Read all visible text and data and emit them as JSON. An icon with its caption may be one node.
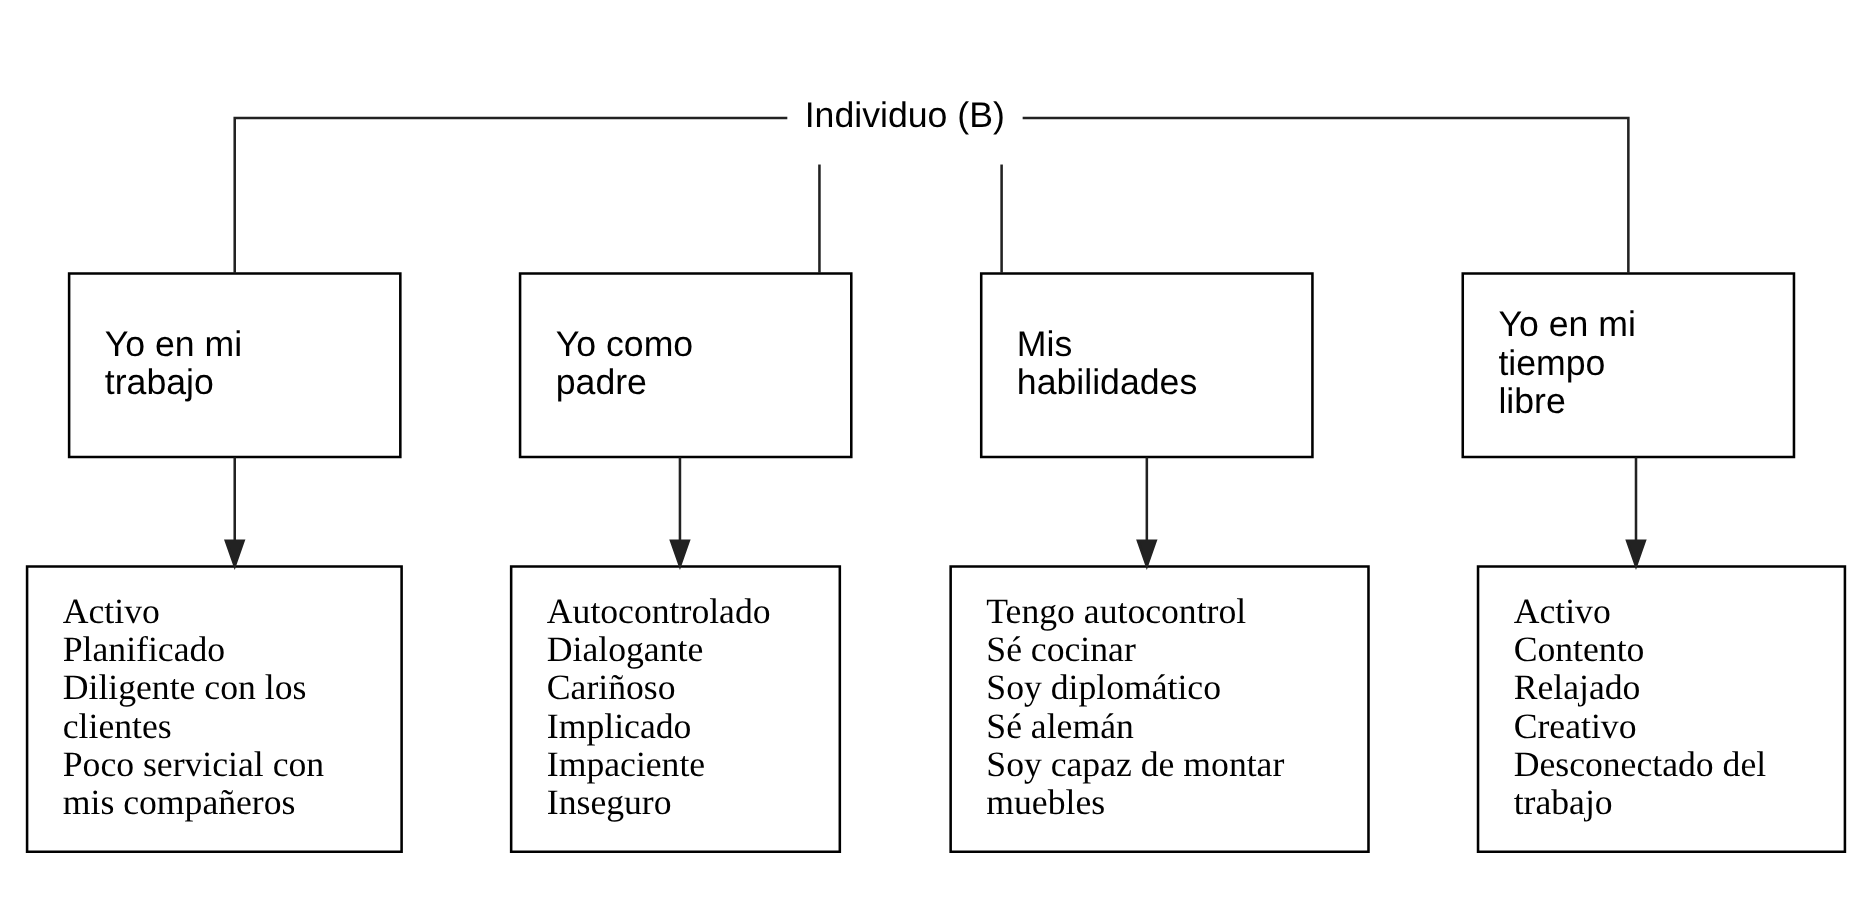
{
  "diagram": {
    "nodes": [
      {
        "text": [
          "Individuo (B)"
        ]
      },
      {
        "text": [
          "Yo en mi trabajo"
        ]
      },
      {
        "text": [
          "Yo como padre"
        ]
      },
      {
        "text": [
          "Mis habilidades"
        ]
      },
      {
        "text": [
          "Yo en mi tiempo libre"
        ]
      },
      {
        "text": [
          "Activo",
          "Planificado",
          "Diligente con los clientes",
          "Poco servicial con mis compañeros"
        ]
      },
      {
        "text": [
          "Autocontrolado",
          "Dialogante",
          "Cariñoso",
          "Implicado",
          "Impaciente",
          "Inseguro"
        ]
      },
      {
        "text": [
          "Tengo autocontrol",
          "Sé cocinar",
          "Soy diplomático",
          "Sé alemán",
          "Soy capaz de montar muebles"
        ]
      },
      {
        "text": [
          "Activo",
          "Contento",
          "Relajado",
          "Creativo",
          "Desconectado del trabajo"
        ]
      }
    ],
    "edges": [
      {
        "from": 0,
        "to": 1,
        "arrow": "none"
      },
      {
        "from": 0,
        "to": 2,
        "arrow": "none"
      },
      {
        "from": 0,
        "to": 3,
        "arrow": "none"
      },
      {
        "from": 0,
        "to": 4,
        "arrow": "none"
      },
      {
        "from": 1,
        "to": 5,
        "arrow": "to"
      },
      {
        "from": 2,
        "to": 6,
        "arrow": "to"
      },
      {
        "from": 3,
        "to": 7,
        "arrow": "to"
      },
      {
        "from": 4,
        "to": 8,
        "arrow": "to"
      }
    ]
  }
}
